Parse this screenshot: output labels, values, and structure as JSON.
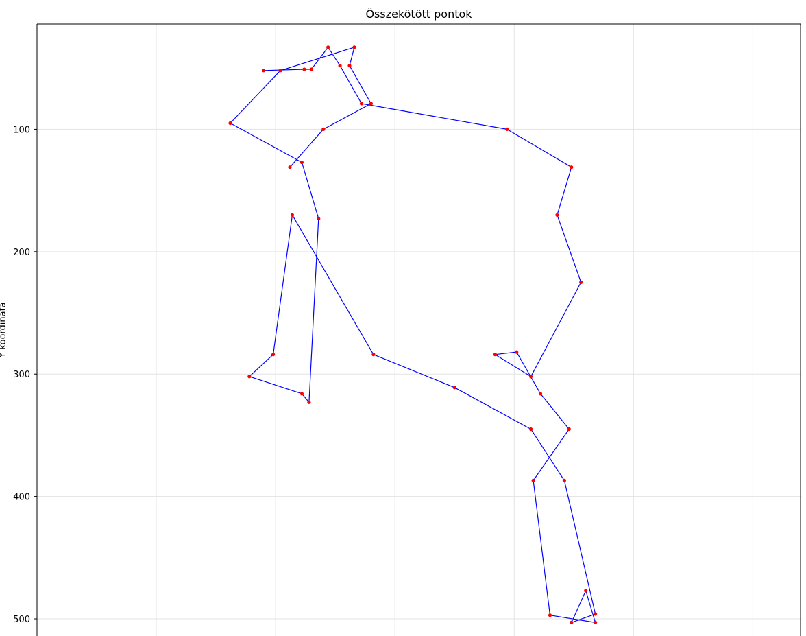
{
  "chart_data": {
    "type": "line",
    "title": "Összekötött pontok",
    "xlabel": "",
    "ylabel": "Y koordináta",
    "ylim_inverted": [
      14,
      514
    ],
    "xlim": [
      -160,
      160
    ],
    "x_gridlines": [
      -110,
      -60,
      -10,
      40,
      90,
      140
    ],
    "y_ticks": [
      100,
      200,
      300,
      400,
      500
    ],
    "grid": true,
    "line_color": "#0000ff",
    "marker_color": "#ff0000",
    "series": [
      {
        "x": [
          -54,
          -40,
          -20,
          -29,
          -27,
          -58,
          -79,
          -49,
          -42,
          -46,
          -49,
          -71,
          -61,
          -53,
          -19,
          15,
          47,
          61,
          74,
          64,
          70,
          74,
          55,
          48,
          63,
          51,
          41,
          32,
          47,
          68,
          58,
          64,
          37,
          -24,
          -33,
          -38,
          -45,
          -48,
          -65
        ],
        "y": [
          131,
          100,
          79,
          48,
          33,
          52,
          95,
          127,
          173,
          323,
          316,
          302,
          284,
          170,
          284,
          311,
          345,
          387,
          496,
          503,
          477,
          503,
          497,
          387,
          345,
          316,
          282,
          284,
          302,
          225,
          170,
          131,
          100,
          79,
          48,
          33,
          51,
          51,
          52
        ]
      }
    ]
  }
}
